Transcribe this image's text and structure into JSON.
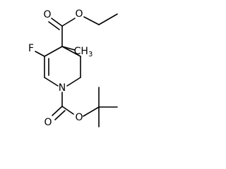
{
  "molecule": {
    "atoms": {
      "fluorine": "F",
      "nitrogen": "N",
      "ester_carbonyl_oxygen": "O",
      "ester_ether_oxygen": "O",
      "carbamate_carbonyl_oxygen": "O",
      "carbamate_ether_oxygen": "O",
      "methyl_label": "CH",
      "methyl_subscript": "3"
    }
  }
}
